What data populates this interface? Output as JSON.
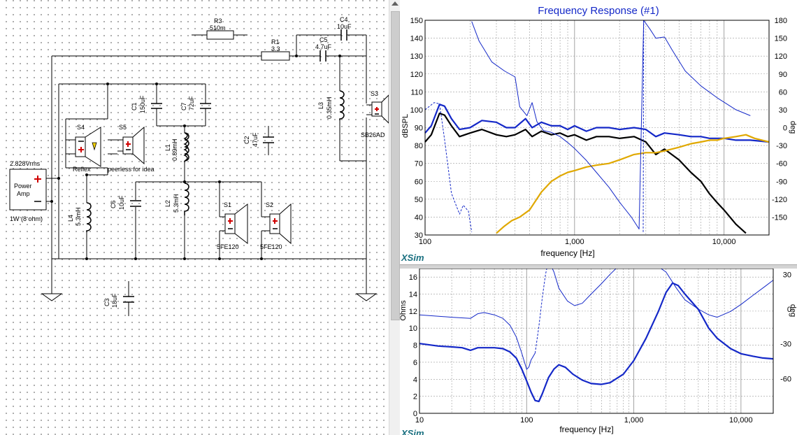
{
  "schematic": {
    "components": {
      "r3": {
        "name": "R3",
        "value": "510m"
      },
      "r1": {
        "name": "R1",
        "value": "3.3"
      },
      "c4": {
        "name": "C4",
        "value": "10uF"
      },
      "c5": {
        "name": "C5",
        "value": "4.7uF"
      },
      "c1": {
        "name": "C1",
        "value": "150uF"
      },
      "c7": {
        "name": "C7",
        "value": "72uF"
      },
      "l1": {
        "name": "L1",
        "value": "0.89mH"
      },
      "c2": {
        "name": "C2",
        "value": "47uF"
      },
      "l3": {
        "name": "L3",
        "value": "0.35mH"
      },
      "s3": {
        "name": "S3",
        "label": "SB26AD"
      },
      "s4": {
        "name": "S4",
        "label": "Reflex"
      },
      "s5": {
        "name": "S5",
        "label": "peerless for idea"
      },
      "amp": {
        "top_label": "2.828Vrms",
        "line1": "Power",
        "line2": "Amp",
        "bottom_label": "1W (8 ohm)"
      },
      "l4": {
        "name": "L4",
        "value": "5.3mH"
      },
      "c6": {
        "name": "C6",
        "value": "10uF"
      },
      "l2": {
        "name": "L2",
        "value": "5.3mH"
      },
      "s1": {
        "name": "S1",
        "label": "5FE120"
      },
      "s2": {
        "name": "S2",
        "label": "5FE120"
      },
      "c3": {
        "name": "C3",
        "value": "18uF"
      }
    }
  },
  "freq_chart": {
    "title": "Frequency Response (#1)",
    "brand": "XSim",
    "xlabel": "frequency [Hz]",
    "ylabel_left": "dBSPL",
    "ylabel_right": "deg",
    "x_ticks": [
      "100",
      "1,000",
      "10,000"
    ],
    "y_ticks_left": [
      "150",
      "140",
      "130",
      "120",
      "110",
      "100",
      "90",
      "80",
      "70",
      "60",
      "50",
      "40",
      "30"
    ],
    "y_ticks_right": [
      "180",
      "150",
      "120",
      "90",
      "60",
      "30",
      "0",
      "-30",
      "-60",
      "-90",
      "-120",
      "-150"
    ],
    "colors": {
      "blue": "#1428c8",
      "black": "#000000",
      "orange": "#e0a800",
      "grid": "#9a9a9a"
    }
  },
  "imp_chart": {
    "brand": "XSim",
    "xlabel": "frequency [Hz]",
    "ylabel_left": "Ohms",
    "ylabel_right": "deg",
    "x_ticks": [
      "10",
      "100",
      "1,000",
      "10,000"
    ],
    "y_ticks_left": [
      "16",
      "14",
      "12",
      "10",
      "8",
      "6",
      "4",
      "2",
      "0"
    ],
    "y_ticks_right": [
      "30",
      "0",
      "-30",
      "-60"
    ]
  },
  "chart_data": [
    {
      "type": "line",
      "title": "Frequency Response (#1)",
      "xlabel": "frequency [Hz]",
      "ylabel": "dBSPL",
      "y2label": "deg",
      "xscale": "log",
      "xlim": [
        100,
        20000
      ],
      "ylim": [
        30,
        150
      ],
      "y2lim": [
        -180,
        180
      ],
      "grid": true,
      "series": [
        {
          "axis": "left",
          "color": "#1428c8",
          "points": [
            [
              100,
              87
            ],
            [
              110,
              91
            ],
            [
              125,
              103
            ],
            [
              135,
              102
            ],
            [
              150,
              95
            ],
            [
              170,
              89
            ],
            [
              200,
              90
            ],
            [
              240,
              94
            ],
            [
              300,
              93
            ],
            [
              350,
              90
            ],
            [
              400,
              90
            ],
            [
              470,
              95
            ],
            [
              520,
              90
            ],
            [
              600,
              93
            ],
            [
              700,
              91
            ],
            [
              800,
              91
            ],
            [
              900,
              89
            ],
            [
              1000,
              91
            ],
            [
              1200,
              88
            ],
            [
              1400,
              90
            ],
            [
              1700,
              90
            ],
            [
              2000,
              89
            ],
            [
              2500,
              90
            ],
            [
              3000,
              89
            ],
            [
              3500,
              85
            ],
            [
              4000,
              87
            ],
            [
              5000,
              86
            ],
            [
              6000,
              85
            ],
            [
              7000,
              85
            ],
            [
              8000,
              84
            ],
            [
              10000,
              84
            ],
            [
              12000,
              83
            ],
            [
              15000,
              83
            ],
            [
              20000,
              82
            ]
          ]
        },
        {
          "axis": "left",
          "color": "#000000",
          "points": [
            [
              100,
              82
            ],
            [
              110,
              86
            ],
            [
              125,
              98
            ],
            [
              135,
              97
            ],
            [
              150,
              91
            ],
            [
              170,
              85
            ],
            [
              200,
              87
            ],
            [
              240,
              89
            ],
            [
              300,
              86
            ],
            [
              350,
              85
            ],
            [
              400,
              86
            ],
            [
              470,
              89
            ],
            [
              520,
              85
            ],
            [
              600,
              88
            ],
            [
              700,
              86
            ],
            [
              800,
              87
            ],
            [
              900,
              85
            ],
            [
              1000,
              86
            ],
            [
              1200,
              83
            ],
            [
              1400,
              85
            ],
            [
              1700,
              85
            ],
            [
              2000,
              84
            ],
            [
              2500,
              85
            ],
            [
              3000,
              82
            ],
            [
              3500,
              75
            ],
            [
              4000,
              78
            ],
            [
              5000,
              72
            ],
            [
              6000,
              65
            ],
            [
              7000,
              60
            ],
            [
              8000,
              53
            ],
            [
              9000,
              48
            ],
            [
              10000,
              44
            ],
            [
              12000,
              36
            ],
            [
              14000,
              31
            ]
          ]
        },
        {
          "axis": "left",
          "color": "#e0a800",
          "points": [
            [
              300,
              31
            ],
            [
              340,
              35
            ],
            [
              380,
              38
            ],
            [
              430,
              40
            ],
            [
              500,
              44
            ],
            [
              600,
              54
            ],
            [
              700,
              60
            ],
            [
              800,
              63
            ],
            [
              900,
              65
            ],
            [
              1000,
              66
            ],
            [
              1200,
              68
            ],
            [
              1400,
              69
            ],
            [
              1700,
              70
            ],
            [
              2000,
              72
            ],
            [
              2500,
              75
            ],
            [
              3000,
              76
            ],
            [
              3500,
              76
            ],
            [
              4000,
              77
            ],
            [
              5000,
              79
            ],
            [
              6000,
              81
            ],
            [
              7000,
              82
            ],
            [
              8000,
              83
            ],
            [
              9000,
              83
            ],
            [
              10000,
              84
            ],
            [
              12000,
              85
            ],
            [
              14000,
              86
            ],
            [
              16000,
              84
            ],
            [
              20000,
              82
            ]
          ]
        },
        {
          "axis": "right",
          "color": "#1428c8",
          "dashed": true,
          "points": [
            [
              100,
              30
            ],
            [
              115,
              42
            ],
            [
              125,
              40
            ],
            [
              135,
              -20
            ],
            [
              150,
              -110
            ],
            [
              170,
              -145
            ],
            [
              180,
              -130
            ],
            [
              195,
              -140
            ],
            [
              205,
              -175
            ]
          ]
        },
        {
          "axis": "right",
          "color": "#1428c8",
          "dashed": true,
          "points": [
            [
              2880,
              -175
            ],
            [
              2900,
              180
            ]
          ]
        },
        {
          "axis": "right",
          "color": "#1428c8",
          "points": [
            [
              205,
              178
            ],
            [
              230,
              145
            ],
            [
              280,
              110
            ],
            [
              340,
              95
            ],
            [
              400,
              85
            ],
            [
              430,
              35
            ],
            [
              480,
              20
            ],
            [
              520,
              42
            ],
            [
              560,
              10
            ],
            [
              620,
              -5
            ],
            [
              700,
              -8
            ],
            [
              800,
              -15
            ],
            [
              900,
              -25
            ],
            [
              1000,
              -35
            ],
            [
              1200,
              -55
            ],
            [
              1400,
              -75
            ],
            [
              1700,
              -100
            ],
            [
              2000,
              -125
            ],
            [
              2400,
              -150
            ],
            [
              2700,
              -170
            ],
            [
              2900,
              180
            ],
            [
              3200,
              165
            ],
            [
              3500,
              150
            ],
            [
              4000,
              152
            ],
            [
              4500,
              130
            ],
            [
              5500,
              95
            ],
            [
              7000,
              70
            ],
            [
              9000,
              50
            ],
            [
              12000,
              30
            ],
            [
              15000,
              20
            ]
          ]
        }
      ]
    },
    {
      "type": "line",
      "xlabel": "frequency [Hz]",
      "ylabel": "Ohms",
      "y2label": "deg",
      "xscale": "log",
      "xlim": [
        10,
        20000
      ],
      "ylim": [
        0,
        17
      ],
      "y2lim": [
        -90,
        35
      ],
      "grid": true,
      "series": [
        {
          "axis": "left",
          "color": "#1428c8",
          "points": [
            [
              10,
              8.2
            ],
            [
              15,
              7.9
            ],
            [
              20,
              7.8
            ],
            [
              25,
              7.7
            ],
            [
              30,
              7.4
            ],
            [
              35,
              7.7
            ],
            [
              50,
              7.7
            ],
            [
              60,
              7.6
            ],
            [
              70,
              7.2
            ],
            [
              80,
              6.5
            ],
            [
              90,
              5.2
            ],
            [
              100,
              3.8
            ],
            [
              110,
              2.5
            ],
            [
              120,
              1.5
            ],
            [
              130,
              1.4
            ],
            [
              140,
              2.3
            ],
            [
              160,
              4.2
            ],
            [
              180,
              5.2
            ],
            [
              200,
              5.7
            ],
            [
              230,
              5.4
            ],
            [
              270,
              4.6
            ],
            [
              330,
              3.9
            ],
            [
              400,
              3.5
            ],
            [
              500,
              3.4
            ],
            [
              600,
              3.6
            ],
            [
              800,
              4.6
            ],
            [
              1000,
              6.2
            ],
            [
              1300,
              8.8
            ],
            [
              1700,
              12.0
            ],
            [
              2000,
              14.2
            ],
            [
              2300,
              15.3
            ],
            [
              2600,
              15.0
            ],
            [
              3000,
              14.0
            ],
            [
              4000,
              12.2
            ],
            [
              5000,
              10.0
            ],
            [
              6000,
              8.8
            ],
            [
              8000,
              7.6
            ],
            [
              10000,
              7.0
            ],
            [
              13000,
              6.7
            ],
            [
              16000,
              6.5
            ],
            [
              20000,
              6.4
            ]
          ]
        },
        {
          "axis": "right",
          "color": "#1428c8",
          "points": [
            [
              10,
              -5
            ],
            [
              20,
              -7
            ],
            [
              30,
              -8
            ],
            [
              35,
              -4
            ],
            [
              40,
              -3
            ],
            [
              50,
              -5
            ],
            [
              60,
              -8
            ],
            [
              70,
              -14
            ],
            [
              80,
              -24
            ],
            [
              90,
              -38
            ],
            [
              100,
              -52
            ],
            [
              105,
              -50
            ],
            [
              110,
              -44
            ],
            [
              120,
              -38
            ]
          ]
        },
        {
          "axis": "right",
          "color": "#1428c8",
          "dashed": true,
          "points": [
            [
              120,
              -38
            ],
            [
              130,
              -15
            ],
            [
              140,
              10
            ],
            [
              150,
              30
            ],
            [
              160,
              42
            ]
          ]
        },
        {
          "axis": "right",
          "color": "#1428c8",
          "points": [
            [
              160,
              42
            ],
            [
              180,
              32
            ],
            [
              200,
              18
            ],
            [
              240,
              7
            ],
            [
              280,
              3
            ],
            [
              330,
              5
            ],
            [
              400,
              13
            ],
            [
              500,
              22
            ],
            [
              600,
              30
            ],
            [
              700,
              36
            ],
            [
              900,
              40
            ],
            [
              1500,
              40
            ],
            [
              2000,
              32
            ],
            [
              2500,
              18
            ],
            [
              3000,
              8
            ],
            [
              4000,
              0
            ],
            [
              5000,
              -5
            ],
            [
              6000,
              -7
            ],
            [
              8000,
              -2
            ],
            [
              10000,
              4
            ],
            [
              13000,
              12
            ],
            [
              17000,
              20
            ],
            [
              20000,
              25
            ]
          ]
        }
      ]
    }
  ]
}
